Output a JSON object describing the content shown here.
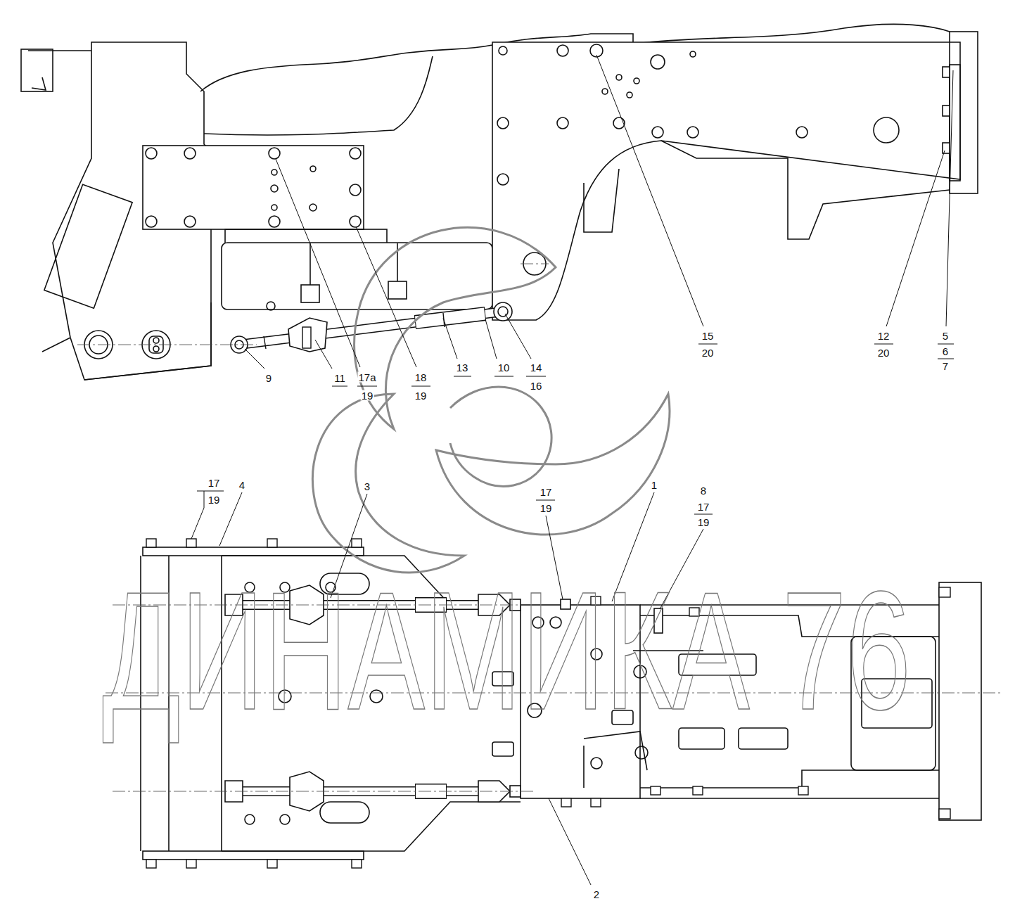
{
  "diagram": {
    "labels": [
      "9",
      "11",
      "17а",
      "19",
      "18",
      "19",
      "13",
      "10",
      "14",
      "16",
      "15",
      "20",
      "12",
      "20",
      "5",
      "6",
      "7",
      "17",
      "19",
      "4",
      "3",
      "17",
      "19",
      "1",
      "8",
      "17",
      "19",
      "2",
      "ДИНАМИКА 76"
    ]
  }
}
